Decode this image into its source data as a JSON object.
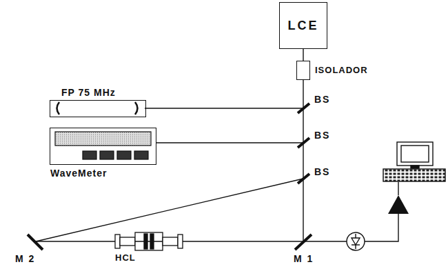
{
  "diagram": {
    "nodes": [
      {
        "text": [
          "LCE"
        ]
      },
      {
        "text": [
          "ISOLADOR"
        ]
      },
      {
        "text": [
          "FP 75 MHz"
        ]
      },
      {
        "text": [
          "WaveMeter"
        ]
      },
      {
        "text": [
          "HCL"
        ]
      }
    ],
    "edges": [
      {
        "from": 0,
        "to": 1,
        "arrow": "none"
      }
    ],
    "labels": [
      "BS",
      "BS",
      "BS",
      "M 2",
      "M 1"
    ]
  }
}
